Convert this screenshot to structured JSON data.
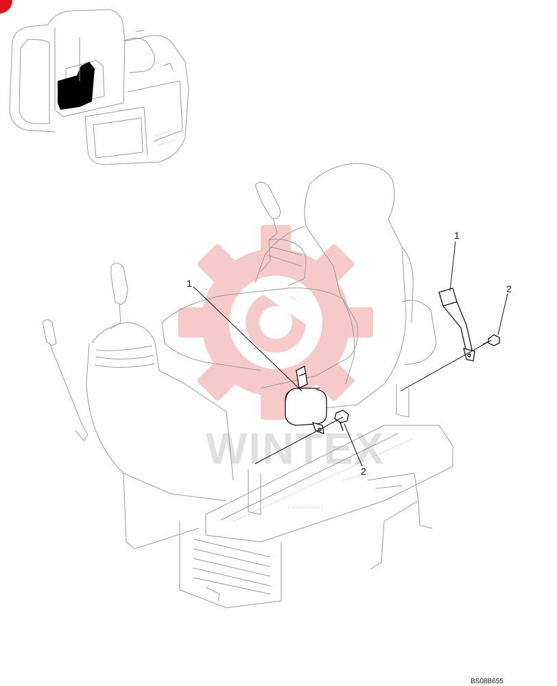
{
  "figure_code": "BS08B655",
  "watermark_text": "WINTEX",
  "callouts": [
    {
      "id": "retractor-callout-1",
      "label": "1"
    },
    {
      "id": "buckle-callout-1",
      "label": "1"
    },
    {
      "id": "bolt-right-callout-2",
      "label": "2"
    },
    {
      "id": "bolt-left-callout-2",
      "label": "2"
    }
  ],
  "colors": {
    "watermark": "#f2a0a0",
    "line": "#111111",
    "ghost_line": "#9a9a9a",
    "corner_mark": "#e0101e",
    "cab_highlight": "#000000"
  },
  "icons": {
    "corner_mark": "corner-mark-icon",
    "watermark_logo": "gear-logo-icon"
  }
}
